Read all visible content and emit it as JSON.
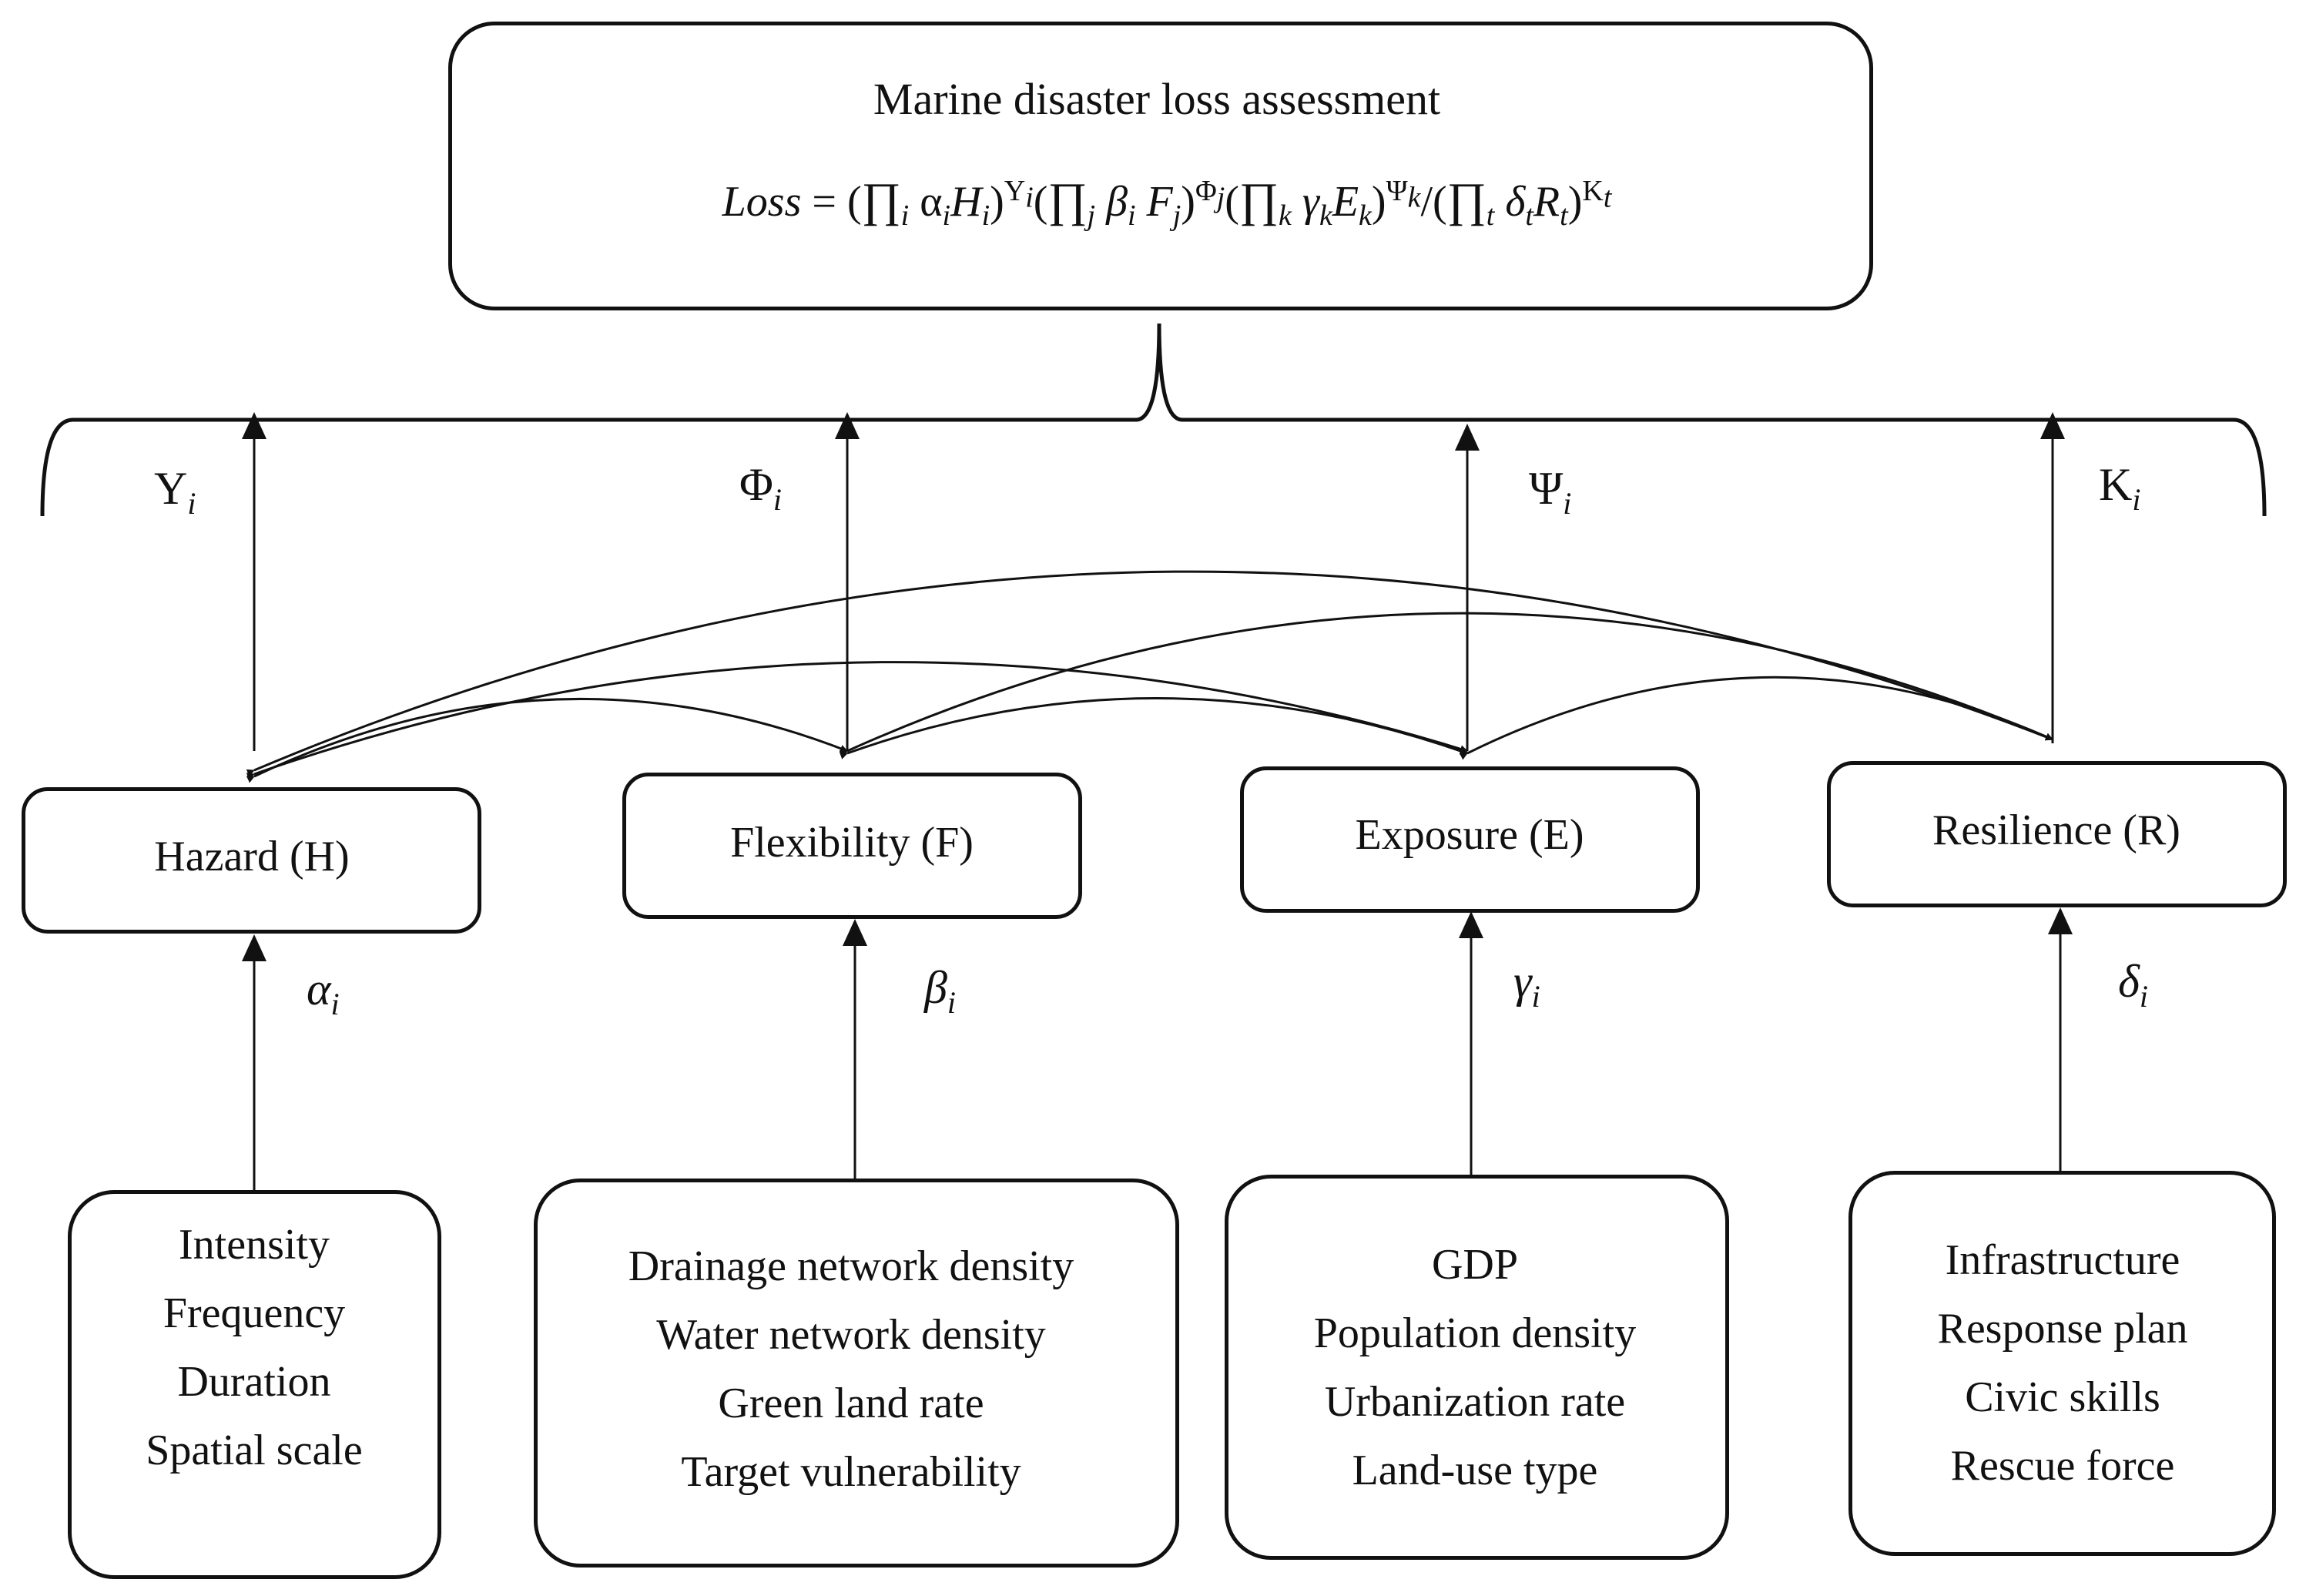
{
  "top": {
    "title": "Marine disaster loss assessment",
    "formula_label": "Loss = (∏i αiHi)Υi(∏j βi Fj)Φj(∏k γkEk)Ψk/(∏t δtRt)Κt"
  },
  "upper_weights": [
    {
      "symbol": "Υ",
      "sub": "i"
    },
    {
      "symbol": "Φ",
      "sub": "i"
    },
    {
      "symbol": "Ψ",
      "sub": "i"
    },
    {
      "symbol": "Κ",
      "sub": "i"
    }
  ],
  "categories": [
    {
      "label": "Hazard (H)"
    },
    {
      "label": "Flexibility (F)"
    },
    {
      "label": "Exposure (E)"
    },
    {
      "label": "Resilience (R)"
    }
  ],
  "lower_weights": [
    {
      "symbol": "α",
      "sub": "i"
    },
    {
      "symbol": "β",
      "sub": "i"
    },
    {
      "symbol": "γ",
      "sub": "i"
    },
    {
      "symbol": "δ",
      "sub": "i"
    }
  ],
  "indicators": [
    {
      "items": [
        "Intensity",
        "Frequency",
        "Duration",
        "Spatial scale"
      ]
    },
    {
      "items": [
        "Drainage network density",
        "Water network density",
        "Green land rate",
        "Target vulnerability"
      ]
    },
    {
      "items": [
        "GDP",
        "Population density",
        "Urbanization rate",
        "Land-use type"
      ]
    },
    {
      "items": [
        "Infrastructure",
        "Response plan",
        "Civic skills",
        "Rescue force"
      ]
    }
  ]
}
